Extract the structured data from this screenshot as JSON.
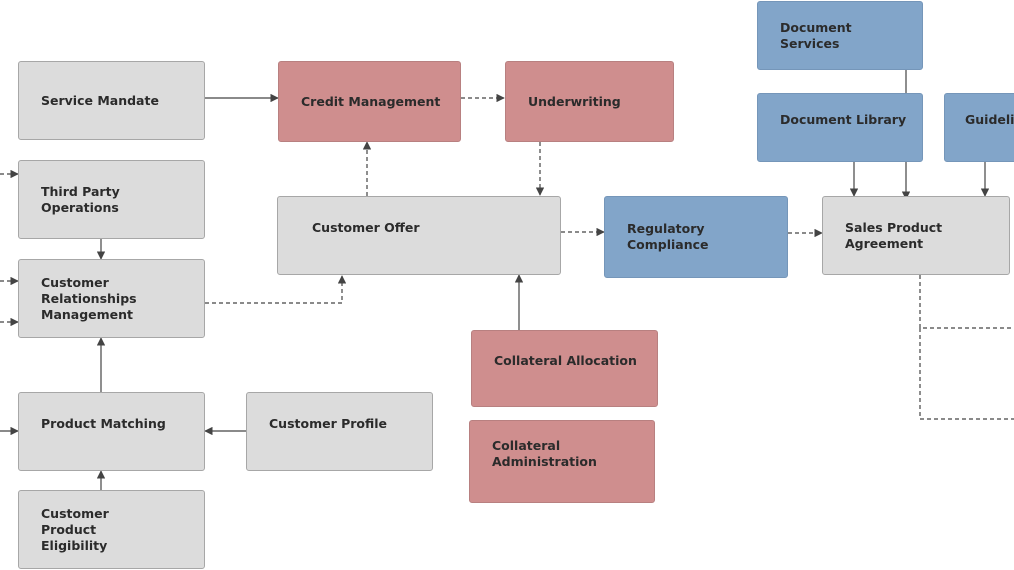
{
  "nodes": {
    "service_mandate": "Service Mandate",
    "credit_management": "Credit Management",
    "underwriting": "Underwriting",
    "document_services": "Document Services",
    "document_library": "Document Library",
    "guidelines": "Guidelin",
    "third_party_operations": "Third Party Operations",
    "customer_offer": "Customer Offer",
    "regulatory_compliance": "Regulatory Compliance",
    "sales_product_agreement": "Sales Product Agreement",
    "customer_relationships_management": "Customer Relationships Management",
    "collateral_allocation": "Collateral Allocation",
    "collateral_administration": "Collateral Administration",
    "product_matching": "Product Matching",
    "customer_profile": "Customer Profile",
    "customer_product_eligibility": "Customer Product Eligibility"
  },
  "colors": {
    "gray_node": "#dcdcdc",
    "red_node": "#cf8e8e",
    "blue_node": "#82a5c9",
    "connector": "#444444"
  }
}
